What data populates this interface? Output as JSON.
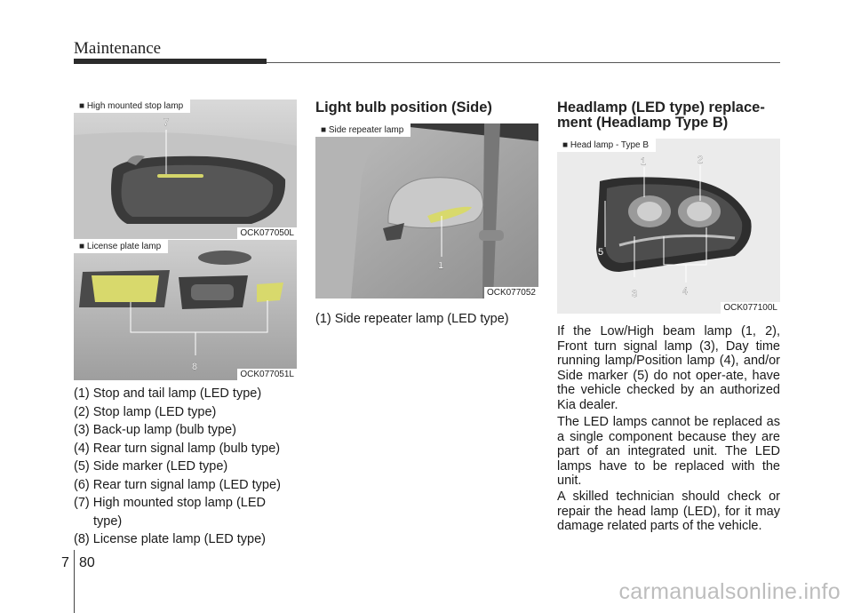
{
  "header": {
    "title": "Maintenance"
  },
  "figures": {
    "stop_lamp": {
      "caption": "■ High mounted stop lamp",
      "callout": "7",
      "code": "OCK077050L"
    },
    "license_lamp": {
      "caption": "■ License plate lamp",
      "callout": "8",
      "code": "OCK077051L"
    },
    "side_repeater": {
      "caption": "■ Side repeater lamp",
      "callout": "1",
      "code": "OCK077052"
    },
    "headlamp": {
      "caption": "■ Head lamp - Type B",
      "callouts": [
        "1",
        "2",
        "3",
        "4",
        "5"
      ],
      "code": "OCK077100L"
    }
  },
  "bulb_list": [
    "(1) Stop and tail lamp (LED type)",
    "(2) Stop lamp (LED type)",
    "(3) Back-up lamp (bulb type)",
    "(4) Rear turn signal lamp (bulb type)",
    "(5) Side marker (LED type)",
    "(6) Rear turn signal lamp (LED type)",
    "(7) High mounted stop lamp (LED type)",
    "(8) License plate lamp (LED type)"
  ],
  "side_section": {
    "title": "Light bulb position (Side)",
    "item": "(1) Side repeater lamp (LED type)"
  },
  "headlamp_section": {
    "title": "Headlamp (LED type) replace-ment (Headlamp Type B)",
    "paragraphs": [
      "If the Low/High beam lamp (1, 2), Front turn signal lamp (3), Day time running lamp/Position lamp (4), and/or Side marker (5) do not oper-ate, have the vehicle checked by an authorized Kia dealer.",
      "The LED lamps cannot be replaced as a single component because they are part of an integrated unit. The LED lamps have to be replaced with the unit.",
      "A skilled technician should check or repair the head lamp (LED), for it may damage related parts of the vehicle."
    ]
  },
  "footer": {
    "chapter": "7",
    "page": "80",
    "watermark": "carmanualsonline.info"
  }
}
